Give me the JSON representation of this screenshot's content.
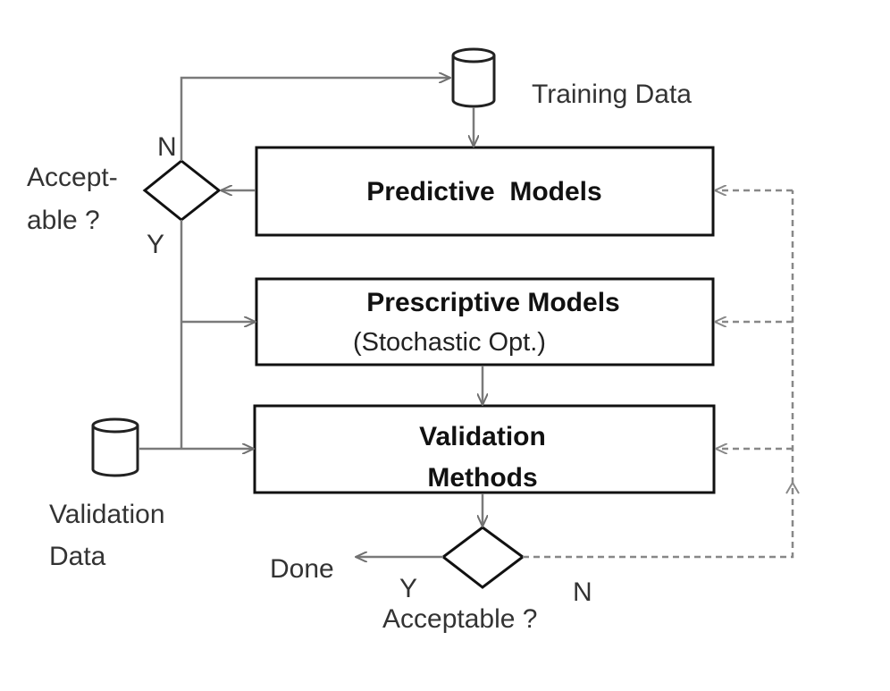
{
  "colors": {
    "line": "#7a7a7a",
    "box_stroke": "#111111",
    "text": "#222222",
    "dashed": "#888888"
  },
  "data_stores": {
    "training": {
      "label": "Training Data"
    },
    "validation": {
      "label_line1": "Validation",
      "label_line2": "Data"
    }
  },
  "boxes": {
    "predictive": {
      "title": "Predictive  Models"
    },
    "prescriptive": {
      "title": "Prescriptive Models",
      "subtitle": "(Stochastic Opt.)"
    },
    "validation": {
      "title_line1": "Validation",
      "title_line2": "Methods"
    }
  },
  "decisions": {
    "upper": {
      "label_line1": "Accept-",
      "label_line2": "able ?",
      "no": "N",
      "yes": "Y"
    },
    "lower": {
      "label": "Acceptable ?",
      "no": "N",
      "yes": "Y"
    }
  },
  "terminal": {
    "done": "Done"
  }
}
